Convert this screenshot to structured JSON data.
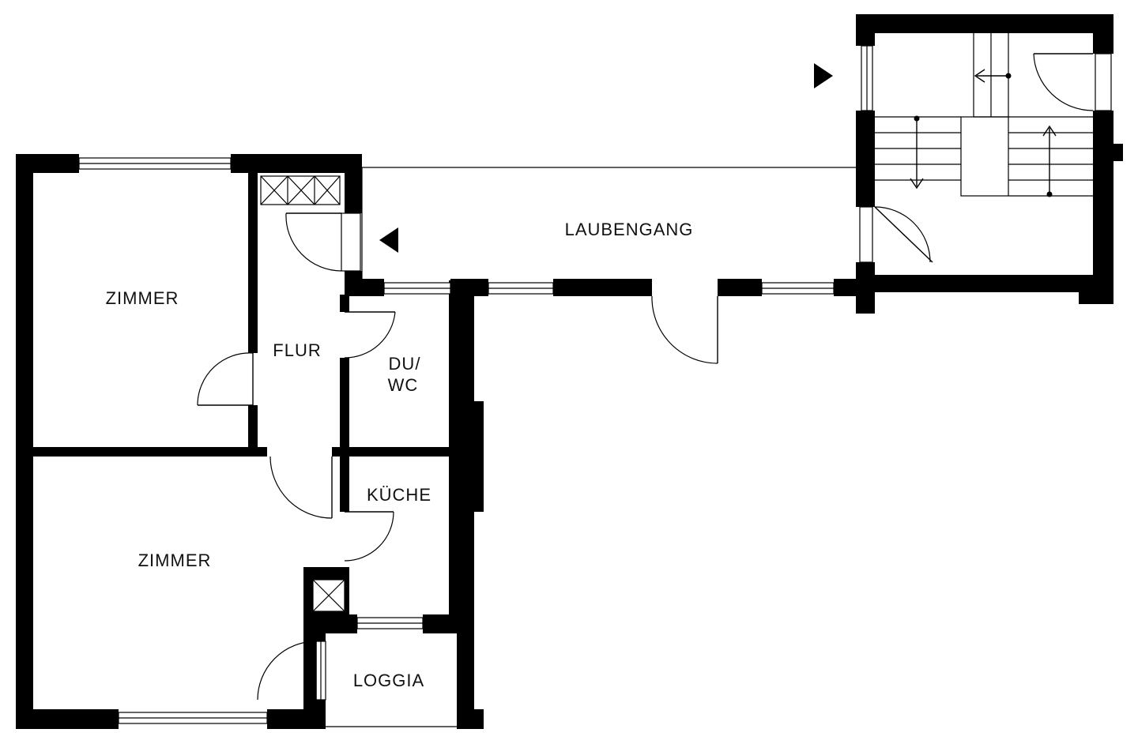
{
  "rooms": {
    "zimmer_top": "ZIMMER",
    "zimmer_bottom": "ZIMMER",
    "flur": "FLUR",
    "du_wc_line1": "DU/",
    "du_wc_line2": "WC",
    "kueche": "KÜCHE",
    "loggia": "LOGGIA",
    "laubengang": "LAUBENGANG"
  },
  "colors": {
    "wall": "#000000",
    "background": "#ffffff"
  },
  "icons": {
    "entrance_marker": "triangle-right",
    "apartment_entrance_marker": "triangle-left",
    "stair_direction": "arrow"
  }
}
